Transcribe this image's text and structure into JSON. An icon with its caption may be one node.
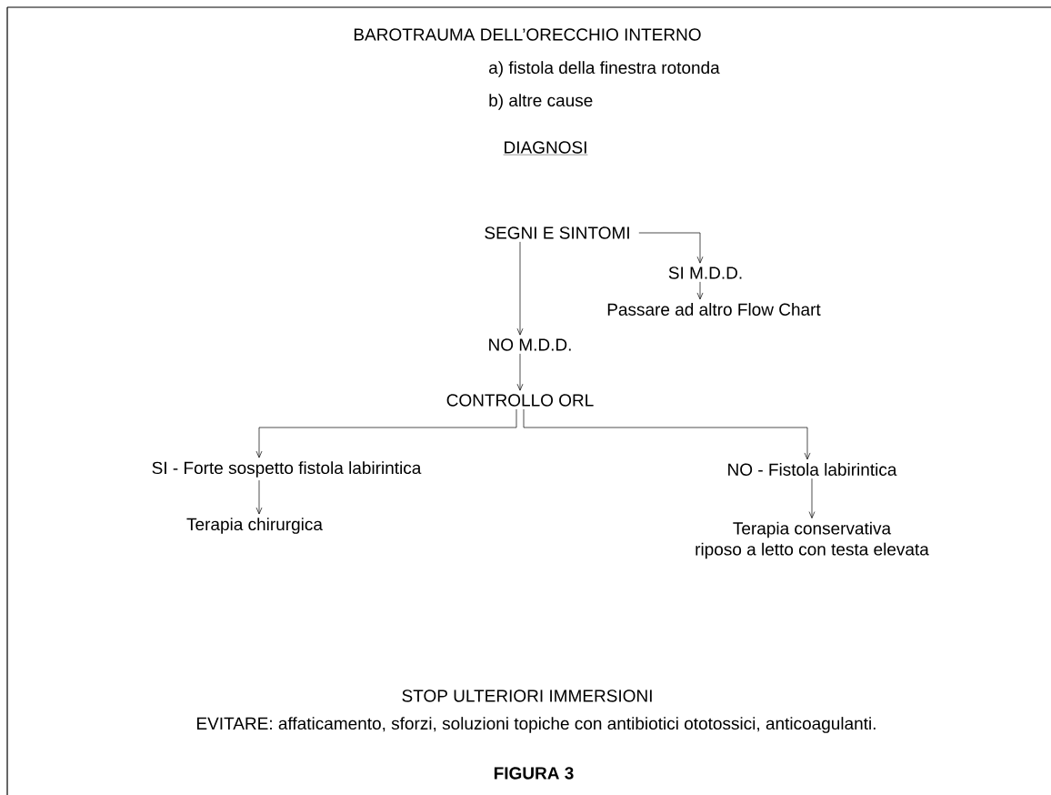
{
  "diagram": {
    "title": "BAROTRAUMA DELL’ORECCHIO INTERNO",
    "caption": "FIGURA 3",
    "nodes": [
      {
        "text": [
          "SEGNI E SINTOMI"
        ]
      },
      {
        "text": [
          "SI   M.D.D."
        ]
      },
      {
        "text": [
          "Passare ad altro Flow Chart"
        ]
      },
      {
        "text": [
          "NO   M.D.D."
        ]
      },
      {
        "text": [
          "CONTROLLO ORL"
        ]
      },
      {
        "text": [
          "SI - Forte sospetto fistola labirintica"
        ]
      },
      {
        "text": [
          "Terapia chirurgica"
        ]
      },
      {
        "text": [
          "NO - Fistola labirintica"
        ]
      },
      {
        "text": [
          "Terapia conservativa",
          "riposo a letto con testa elevata"
        ]
      }
    ],
    "edges": [
      {
        "from": 0,
        "to": 1,
        "arrow": "to"
      },
      {
        "from": 0,
        "to": 3,
        "arrow": "to"
      },
      {
        "from": 1,
        "to": 2,
        "arrow": "to"
      },
      {
        "from": 3,
        "to": 4,
        "arrow": "to"
      },
      {
        "from": 4,
        "to": 5,
        "arrow": "to"
      },
      {
        "from": 4,
        "to": 7,
        "arrow": "to"
      },
      {
        "from": 5,
        "to": 6,
        "arrow": "to"
      },
      {
        "from": 7,
        "to": 8,
        "arrow": "to"
      }
    ],
    "labels": [
      "a) fistola della finestra rotonda",
      "b) altre cause",
      "DIAGNOSI",
      "STOP ULTERIORI IMMERSIONI",
      "EVITARE: affaticamento, sforzi, soluzioni topiche con antibiotici ototossici, anticoagulanti."
    ]
  }
}
